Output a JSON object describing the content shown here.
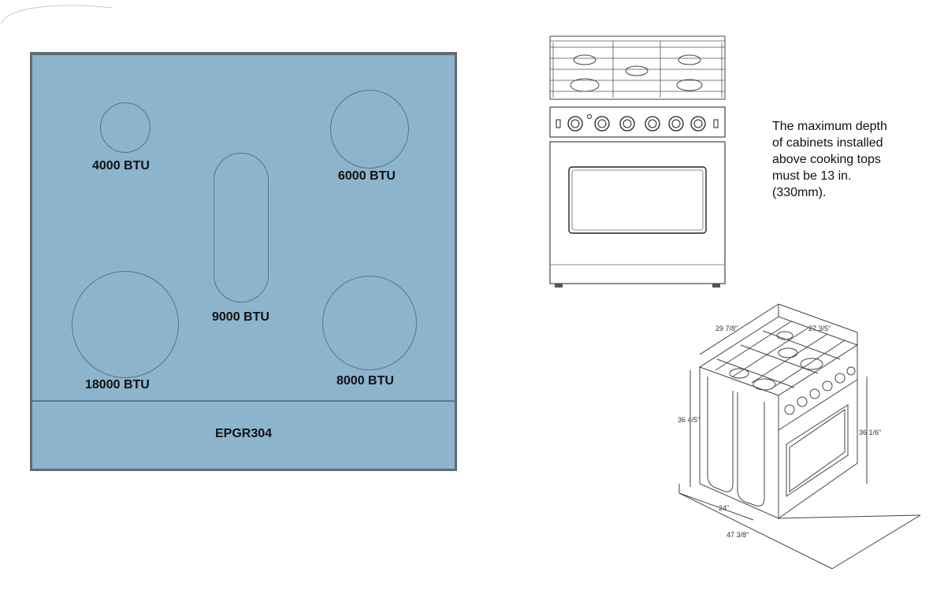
{
  "cooktop": {
    "burners": [
      {
        "label": "4000 BTU"
      },
      {
        "label": "6000 BTU"
      },
      {
        "label": "9000 BTU"
      },
      {
        "label": "18000 BTU"
      },
      {
        "label": "8000 BTU"
      }
    ],
    "model": "EPGR304",
    "fill_color": "#8db4cd"
  },
  "note": {
    "lines": [
      "The maximum depth",
      "of cabinets installed",
      "above cooking tops",
      "must be 13 in.",
      "(330mm)."
    ]
  },
  "dimensions": {
    "width": "29 7/8\"",
    "depth_top": "27 3/5\"",
    "height_left": "36 4/5\"",
    "height_right": "36 1/6\"",
    "depth_floor": "24\"",
    "open_depth": "47 3/8\""
  }
}
